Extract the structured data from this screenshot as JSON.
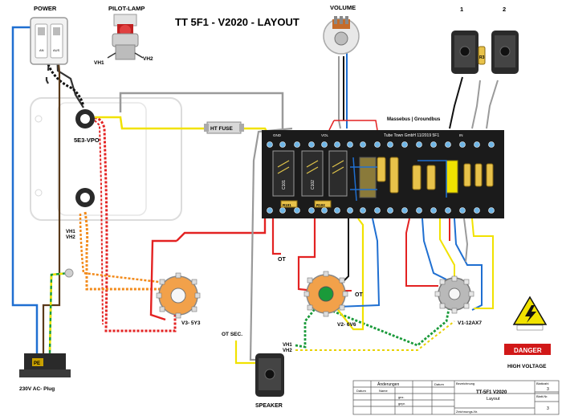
{
  "title": "TT 5F1 - V2020 - LAYOUT",
  "components": {
    "power_label": "POWER",
    "switch_left": "AN",
    "switch_right": "AUS",
    "pilot_lamp_label": "PILOT-LAMP",
    "vh1": "VH1",
    "vh2": "VH2",
    "volume_label": "VOLUME",
    "jack1_label": "1",
    "jack2_label": "2",
    "resistor_r3": "R3",
    "transformer_label": "5E3-VPO",
    "ht_fuse_label": "HT FUSE",
    "massebus_label": "Massebus | Groundbus",
    "board_brand": "Tube Town GmbH 11/2019 5F1",
    "board_gnd": "GND",
    "board_vol": "VOL",
    "board_in": "IN",
    "r101": "R101",
    "r102": "R102",
    "c101": "C101",
    "c102": "C102",
    "ot_label": "OT",
    "ot_sec_label": "OT SEC.",
    "speaker_label": "SPEAKER",
    "v3_label": "V3- 5Y3",
    "v2_label": "V2- 6V6",
    "v1_label": "V1-12AX7",
    "pe_label": "PE",
    "plug_label": "230V AC- Plug",
    "danger_label": "DANGER",
    "high_voltage_label": "HIGH VOLTAGE"
  },
  "title_block": {
    "changes": "Änderungen",
    "date": "Datum",
    "name": "Name",
    "designation": "Bezeichnung",
    "sheet_no": "Blattzahl",
    "sheet_no_value": "3",
    "drawing_title": "TT-5F1 V2020",
    "drawing_subtitle": "Layout",
    "drawn": "gez.",
    "checked": "gepr.",
    "sheet": "Blatt-Nr.",
    "sheet_value": "3",
    "drawing_number": "Zeichnungs-Nr."
  },
  "colors": {
    "red": "#e32222",
    "black": "#111111",
    "yellow": "#f1e200",
    "blue": "#1f6fd1",
    "orange": "#f28a1a",
    "green": "#1a9a3a",
    "grey": "#8f8f8f",
    "board": "#1b1b1b"
  }
}
